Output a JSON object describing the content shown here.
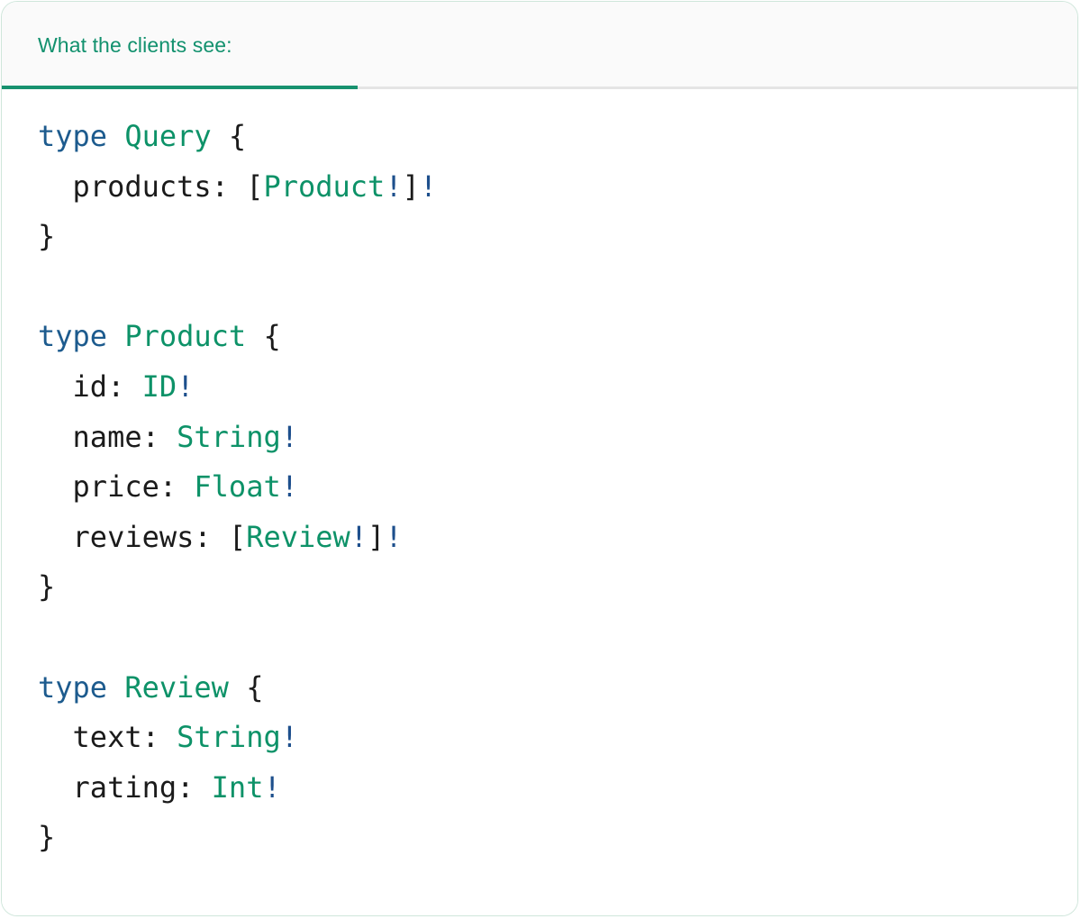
{
  "card": {
    "border_color": "#cfe6db",
    "background": "#ffffff"
  },
  "header": {
    "background": "#fafafa",
    "tab_label": "What the clients see:",
    "tab_label_color": "#12916e",
    "underline_color": "#17926f",
    "rule_color": "#e4e4e4"
  },
  "theme": {
    "keyword_color": "#1d5b8e",
    "type_color": "#0d9268",
    "field_color": "#1b1b1b",
    "punctuation_color": "#1b1b1b",
    "bang_color": "#1d4f8c",
    "code_background": "#ffffff"
  },
  "code": {
    "language": "graphql",
    "raw": "type Query {\n  products: [Product!]!\n}\n\ntype Product {\n  id: ID!\n  name: String!\n  price: Float!\n  reviews: [Review!]!\n}\n\ntype Review {\n  text: String!\n  rating: Int!\n}",
    "lines": [
      {
        "indent": 0,
        "tokens": [
          {
            "t": "type",
            "c": "kw"
          },
          {
            "t": " ",
            "c": "plain"
          },
          {
            "t": "Query",
            "c": "type"
          },
          {
            "t": " ",
            "c": "plain"
          },
          {
            "t": "{",
            "c": "punc"
          }
        ]
      },
      {
        "indent": 2,
        "tokens": [
          {
            "t": "products",
            "c": "field"
          },
          {
            "t": ":",
            "c": "punc"
          },
          {
            "t": " ",
            "c": "plain"
          },
          {
            "t": "[",
            "c": "punc"
          },
          {
            "t": "Product",
            "c": "type"
          },
          {
            "t": "!",
            "c": "bang"
          },
          {
            "t": "]",
            "c": "punc"
          },
          {
            "t": "!",
            "c": "bang"
          }
        ]
      },
      {
        "indent": 0,
        "tokens": [
          {
            "t": "}",
            "c": "punc"
          }
        ]
      },
      {
        "indent": 0,
        "tokens": []
      },
      {
        "indent": 0,
        "tokens": [
          {
            "t": "type",
            "c": "kw"
          },
          {
            "t": " ",
            "c": "plain"
          },
          {
            "t": "Product",
            "c": "type"
          },
          {
            "t": " ",
            "c": "plain"
          },
          {
            "t": "{",
            "c": "punc"
          }
        ]
      },
      {
        "indent": 2,
        "tokens": [
          {
            "t": "id",
            "c": "field"
          },
          {
            "t": ":",
            "c": "punc"
          },
          {
            "t": " ",
            "c": "plain"
          },
          {
            "t": "ID",
            "c": "type"
          },
          {
            "t": "!",
            "c": "bang"
          }
        ]
      },
      {
        "indent": 2,
        "tokens": [
          {
            "t": "name",
            "c": "field"
          },
          {
            "t": ":",
            "c": "punc"
          },
          {
            "t": " ",
            "c": "plain"
          },
          {
            "t": "String",
            "c": "type"
          },
          {
            "t": "!",
            "c": "bang"
          }
        ]
      },
      {
        "indent": 2,
        "tokens": [
          {
            "t": "price",
            "c": "field"
          },
          {
            "t": ":",
            "c": "punc"
          },
          {
            "t": " ",
            "c": "plain"
          },
          {
            "t": "Float",
            "c": "type"
          },
          {
            "t": "!",
            "c": "bang"
          }
        ]
      },
      {
        "indent": 2,
        "tokens": [
          {
            "t": "reviews",
            "c": "field"
          },
          {
            "t": ":",
            "c": "punc"
          },
          {
            "t": " ",
            "c": "plain"
          },
          {
            "t": "[",
            "c": "punc"
          },
          {
            "t": "Review",
            "c": "type"
          },
          {
            "t": "!",
            "c": "bang"
          },
          {
            "t": "]",
            "c": "punc"
          },
          {
            "t": "!",
            "c": "bang"
          }
        ]
      },
      {
        "indent": 0,
        "tokens": [
          {
            "t": "}",
            "c": "punc"
          }
        ]
      },
      {
        "indent": 0,
        "tokens": []
      },
      {
        "indent": 0,
        "tokens": [
          {
            "t": "type",
            "c": "kw"
          },
          {
            "t": " ",
            "c": "plain"
          },
          {
            "t": "Review",
            "c": "type"
          },
          {
            "t": " ",
            "c": "plain"
          },
          {
            "t": "{",
            "c": "punc"
          }
        ]
      },
      {
        "indent": 2,
        "tokens": [
          {
            "t": "text",
            "c": "field"
          },
          {
            "t": ":",
            "c": "punc"
          },
          {
            "t": " ",
            "c": "plain"
          },
          {
            "t": "String",
            "c": "type"
          },
          {
            "t": "!",
            "c": "bang"
          }
        ]
      },
      {
        "indent": 2,
        "tokens": [
          {
            "t": "rating",
            "c": "field"
          },
          {
            "t": ":",
            "c": "punc"
          },
          {
            "t": " ",
            "c": "plain"
          },
          {
            "t": "Int",
            "c": "type"
          },
          {
            "t": "!",
            "c": "bang"
          }
        ]
      },
      {
        "indent": 0,
        "tokens": [
          {
            "t": "}",
            "c": "punc"
          }
        ]
      }
    ]
  }
}
